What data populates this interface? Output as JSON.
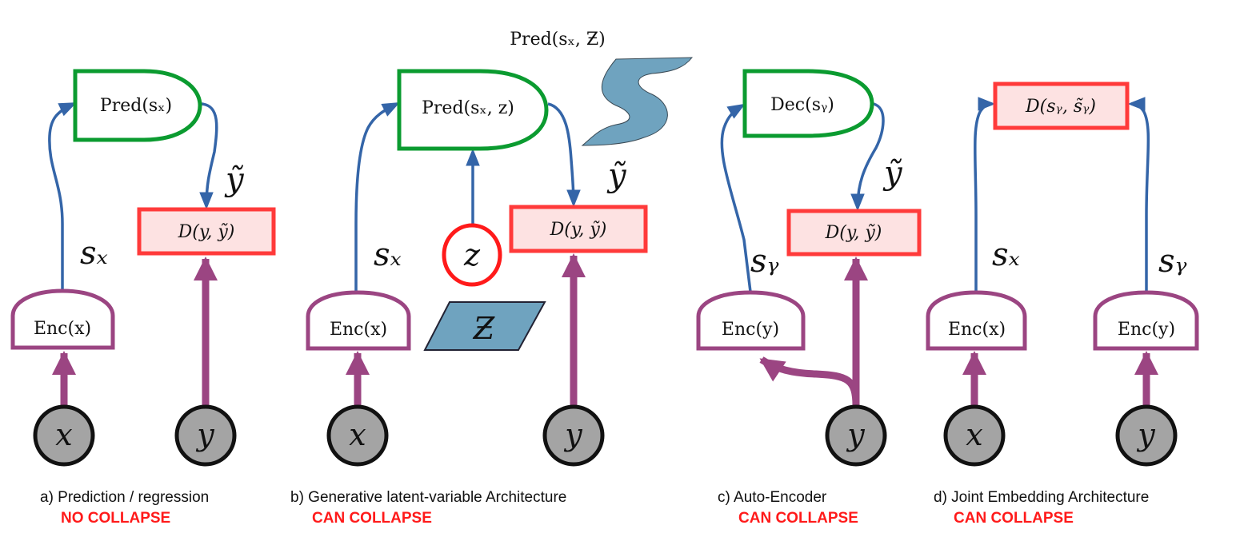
{
  "panels": {
    "a": {
      "predictor": "Pred(sₓ)",
      "distance": "D(y, ỹ)",
      "encoder": "Enc(x)",
      "rep_label": "sₓ",
      "pred_label": "ỹ",
      "input_x": "x",
      "input_y": "y",
      "caption": "a) Prediction / regression",
      "collapse": "NO COLLAPSE"
    },
    "b": {
      "title": "Pred(sₓ, Ƶ)",
      "predictor": "Pred(sₓ, z)",
      "distance": "D(y, ỹ)",
      "encoder": "Enc(x)",
      "latent": "z",
      "latent_set": "Ƶ",
      "rep_label": "sₓ",
      "pred_label": "ỹ",
      "input_x": "x",
      "input_y": "y",
      "caption": "b) Generative latent-variable Architecture",
      "collapse": "CAN COLLAPSE"
    },
    "c": {
      "decoder": "Dec(sᵧ)",
      "distance": "D(y, ỹ)",
      "encoder": "Enc(y)",
      "rep_label": "sᵧ",
      "pred_label": "ỹ",
      "input_y": "y",
      "caption": "c) Auto-Encoder",
      "collapse": "CAN COLLAPSE"
    },
    "d": {
      "distance": "D(sᵧ, s̃ᵧ)",
      "encoder_x": "Enc(x)",
      "encoder_y": "Enc(y)",
      "rep_x": "sₓ",
      "rep_y": "sᵧ",
      "input_x": "x",
      "input_y": "y",
      "caption": "d) Joint Embedding Architecture",
      "collapse": "CAN COLLAPSE"
    }
  },
  "colors": {
    "predictor": "#0b9b30",
    "encoder": "#9b4582",
    "distance": "#ff3a3a",
    "flow": "#3465a8",
    "latent_set": "#6fa3bf",
    "warning": "#ff1a1a"
  }
}
